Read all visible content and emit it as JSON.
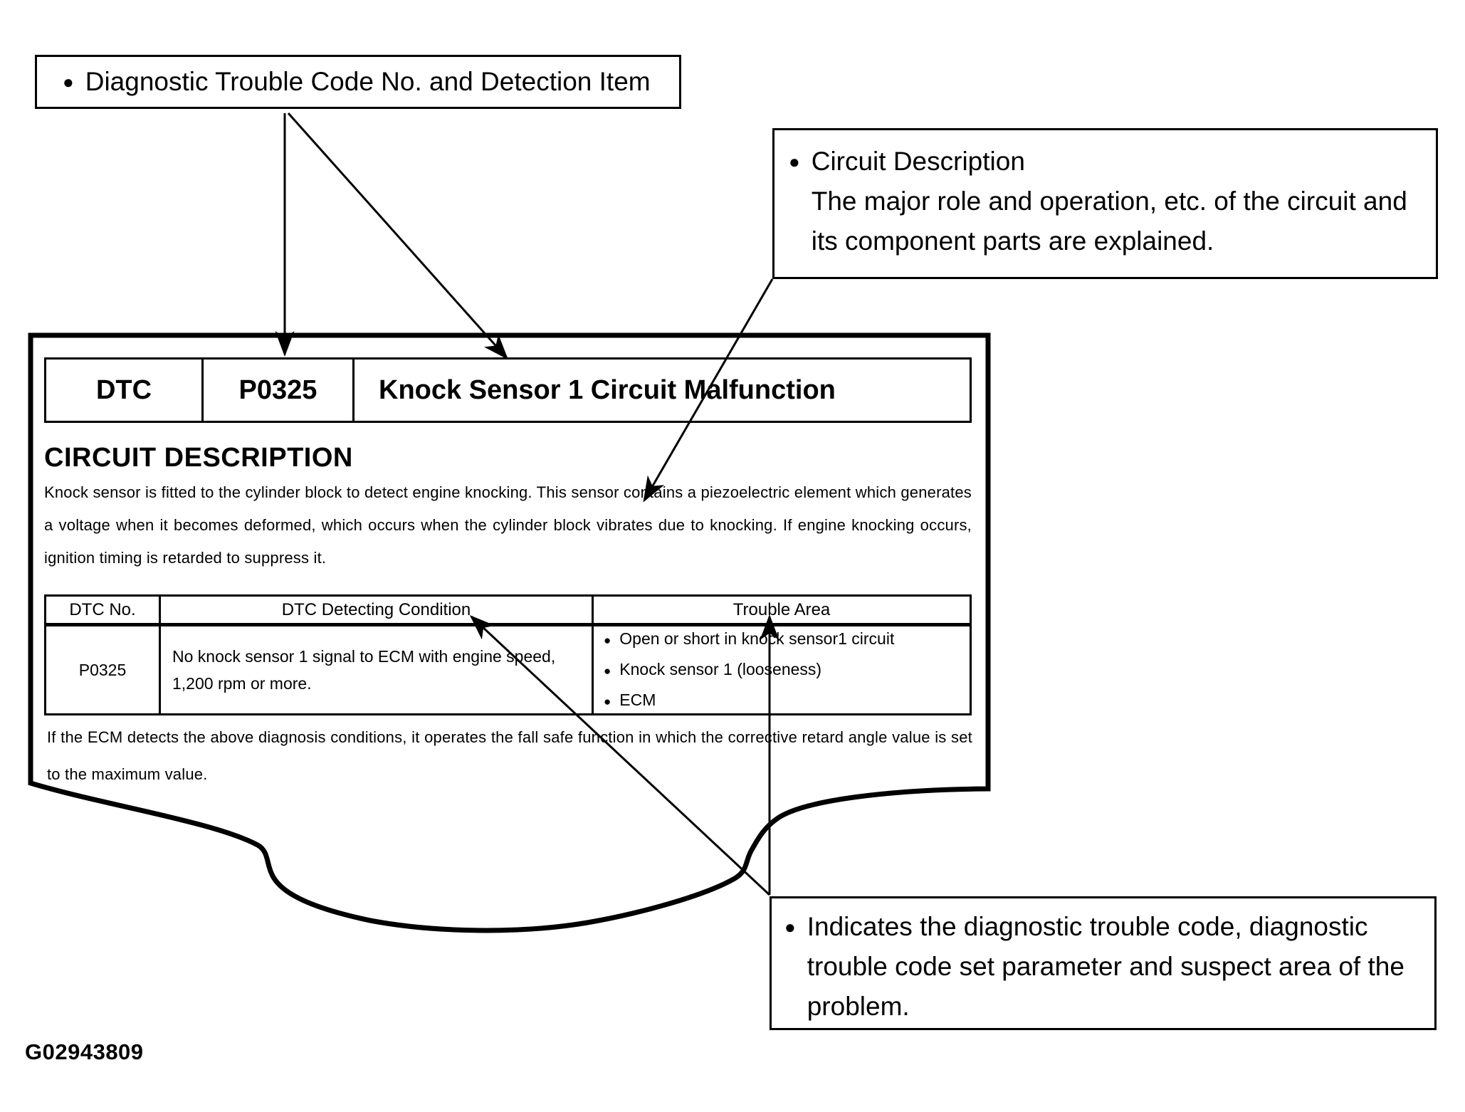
{
  "glyphs": {
    "bullet": "●"
  },
  "callout_dtc_item": {
    "text": "Diagnostic Trouble Code No. and Detection Item"
  },
  "callout_circuit_description": {
    "title": "Circuit Description",
    "body": "The major role and operation, etc. of the circuit and its component parts are explained."
  },
  "callout_indicates": {
    "body": "Indicates the diagnostic trouble code, diagnostic trouble code set parameter and suspect area of the problem."
  },
  "document": {
    "dtc_label": "DTC",
    "dtc_code": "P0325",
    "dtc_title": "Knock Sensor 1 Circuit Malfunction",
    "section_heading": "CIRCUIT DESCRIPTION",
    "description": "Knock sensor is fitted to the cylinder block to detect engine knocking. This sensor contains a piezoelectric element which generates a voltage when it becomes deformed, which occurs when the cylinder block vibrates due to knocking. If engine knocking occurs, ignition timing is retarded to suppress it.",
    "table": {
      "col_dtc_no": "DTC No.",
      "col_condition": "DTC Detecting Condition",
      "col_trouble": "Trouble Area",
      "row_dtc_no": "P0325",
      "row_condition": "No knock sensor 1 signal to ECM with engine speed, 1,200 rpm or more.",
      "trouble_areas": [
        "Open or short in knock sensor1 circuit",
        "Knock sensor 1 (looseness)",
        "ECM"
      ]
    },
    "fail_safe_note": "If the ECM detects the above diagnosis conditions, it operates the fall safe function in which the corrective retard angle value is set to the maximum value."
  },
  "figure_id": "G02943809"
}
